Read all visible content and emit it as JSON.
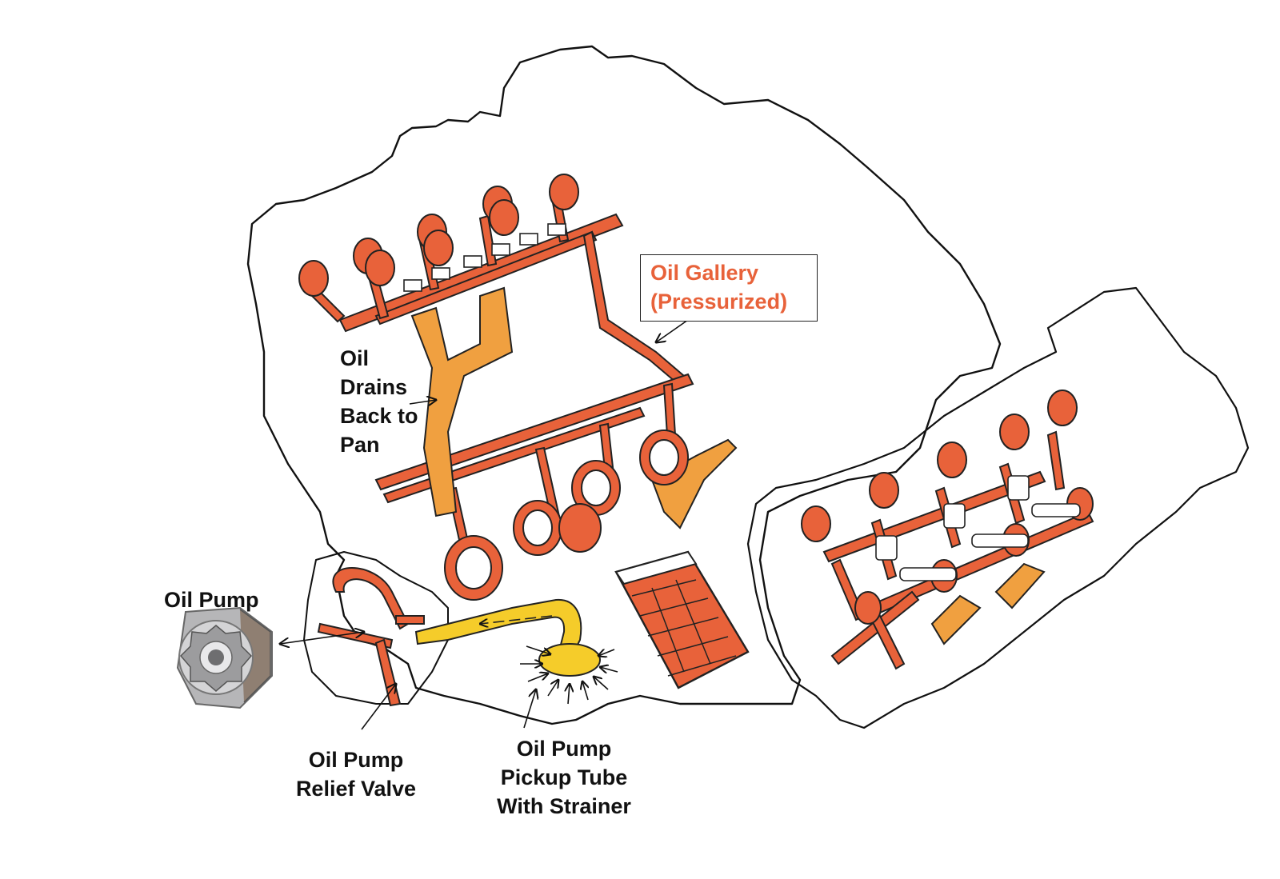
{
  "labels": {
    "oil_gallery": [
      "Oil Gallery",
      "(Pressurized)"
    ],
    "oil_drains": [
      "Oil",
      "Drains",
      "Back to",
      "Pan"
    ],
    "oil_pump": "Oil Pump",
    "relief_valve": [
      "Oil Pump",
      "Relief Valve"
    ],
    "pickup_tube": [
      "Oil Pump",
      "Pickup Tube",
      "With Strainer"
    ]
  },
  "colors": {
    "oil_pressurized": "#e8623a",
    "oil_drain": "#f0a040",
    "pickup": "#f5cc2a",
    "outline": "#111111",
    "gallery_text": "#e8623a"
  }
}
